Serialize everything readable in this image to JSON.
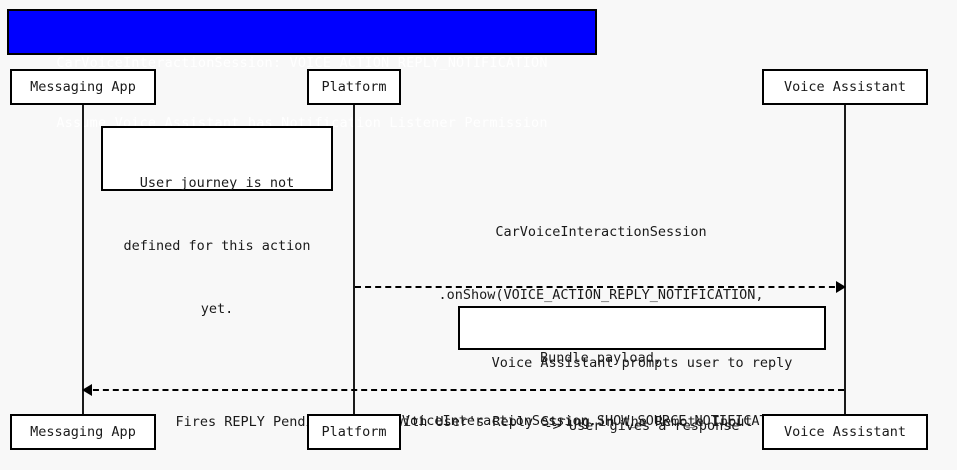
{
  "diagram": {
    "type": "sequence-diagram",
    "background_color": "#f8f8f8",
    "title": {
      "background_color": "#0000ff",
      "text_color": "#ffffff",
      "line1": "CarVoiceInteractionSession: VOICE_ACTION_REPLY_NOTIFICATION",
      "line2": "Assume Voice Assistant has Notification Listener Permission"
    },
    "participants": [
      {
        "id": "messaging-app",
        "label": "Messaging App"
      },
      {
        "id": "platform",
        "label": "Platform"
      },
      {
        "id": "voice-assistant",
        "label": "Voice Assistant"
      }
    ],
    "notes": [
      {
        "id": "note-user-journey",
        "attached_to": "messaging-app",
        "line1": "User journey is not",
        "line2": "defined for this action",
        "line3": "yet."
      },
      {
        "id": "note-voice-prompt",
        "attached_to": "voice-assistant",
        "line1": "Voice Assistant prompts user to reply",
        "line2": "-> User gives a response"
      }
    ],
    "messages": [
      {
        "id": "msg-onshow",
        "from": "platform",
        "to": "voice-assistant",
        "style": "dashed",
        "direction": "right",
        "line1": "CarVoiceInteractionSession",
        "line2": ".onShow(VOICE_ACTION_REPLY_NOTIFICATION,",
        "line3": "Bundle payload,",
        "line4": "VoiceInteractionSession.SHOW_SOURCE_NOTIFICATION)"
      },
      {
        "id": "msg-reply-intent",
        "from": "voice-assistant",
        "to": "messaging-app",
        "style": "dashed",
        "direction": "left",
        "line1": "Fires REPLY Pending Intent with User's Reply String in the Remote Input"
      }
    ]
  }
}
